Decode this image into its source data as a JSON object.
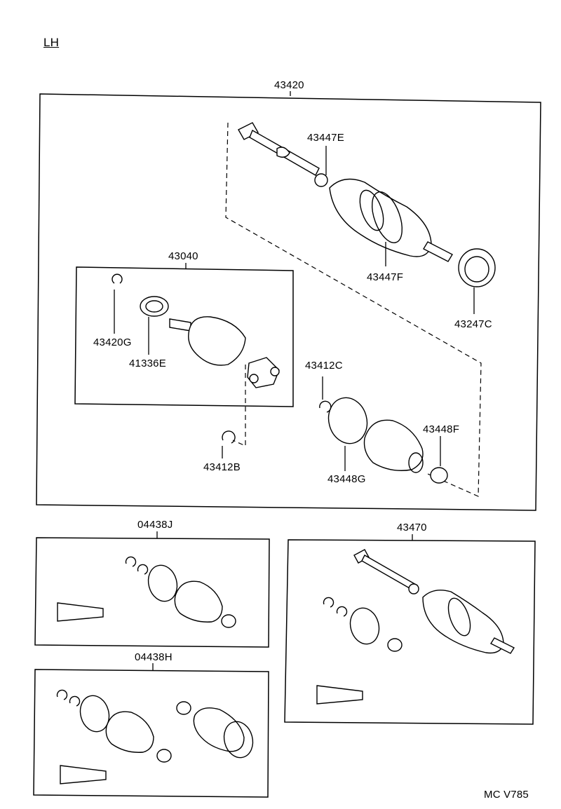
{
  "side_label": "LH",
  "figure_code": "MC V785",
  "part_numbers": {
    "shaft_assy": "43420",
    "inboard_joint_assy": "43040",
    "boot_kit_j": "04438J",
    "boot_kit_h": "04438H",
    "shaft_assy_alt": "43470",
    "clamp_e": "43447E",
    "clamp_f": "43447F",
    "dust_deflector": "43247C",
    "snap_ring_g": "43420G",
    "joint_ring": "41336E",
    "snap_ring_c": "43412C",
    "snap_ring_b": "43412B",
    "boot_band_f": "43448F",
    "boot_g": "43448G"
  }
}
